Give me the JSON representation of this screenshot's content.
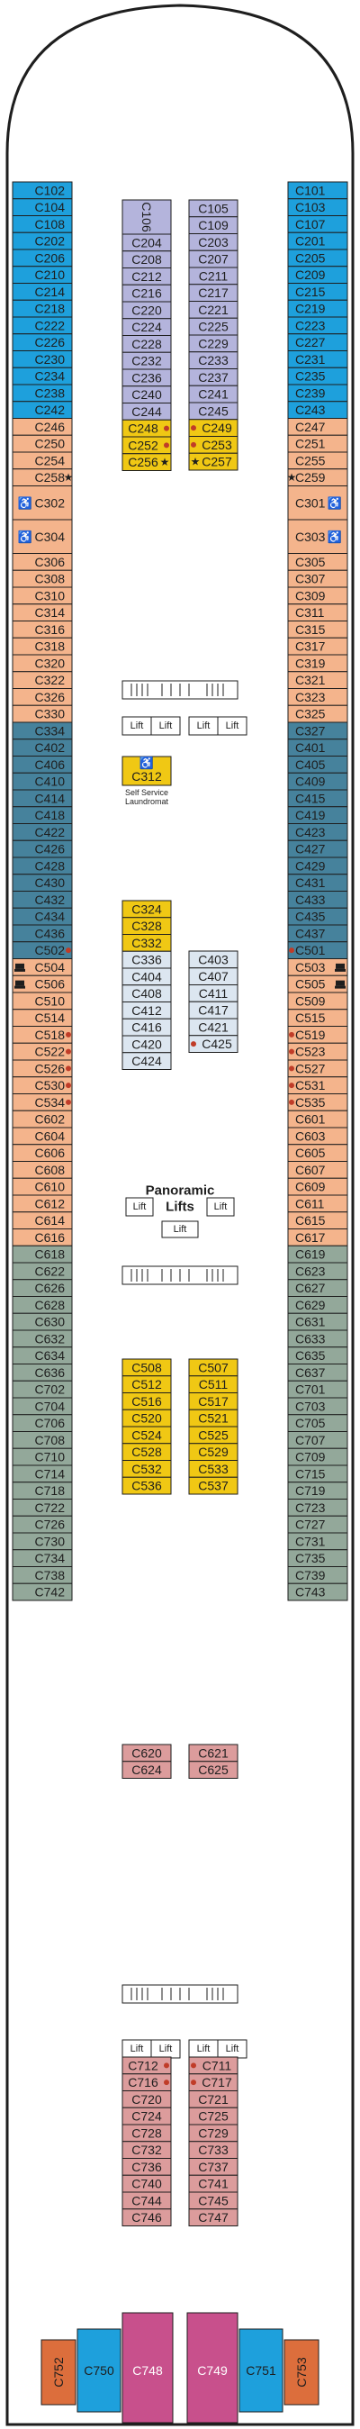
{
  "colors": {
    "blue": "#1ea0dc",
    "lavender": "#b4b4dc",
    "orange": "#f4b48c",
    "yellow": "#f0c814",
    "pale": "#dce6f0",
    "teal": "#46829c",
    "pink": "#dc9c9c",
    "sage": "#93a89a",
    "magenta": "#c8508c",
    "rust": "#dc6e3c",
    "corridor": "#ffffff",
    "outline": "#1e1e1e"
  },
  "lists": {
    "left_outer": [
      {
        "l": "C102",
        "c": "blue",
        "r": 1
      },
      {
        "l": "C104",
        "c": "blue",
        "r": 1
      },
      {
        "l": "C108",
        "c": "blue",
        "r": 1
      },
      {
        "l": "C202",
        "c": "blue",
        "r": 1
      },
      {
        "l": "C206",
        "c": "blue",
        "r": 1
      },
      {
        "l": "C210",
        "c": "blue",
        "r": 1
      },
      {
        "l": "C214",
        "c": "blue",
        "r": 1
      },
      {
        "l": "C218",
        "c": "blue",
        "r": 1
      },
      {
        "l": "C222",
        "c": "blue",
        "r": 1
      },
      {
        "l": "C226",
        "c": "blue",
        "r": 1
      },
      {
        "l": "C230",
        "c": "blue",
        "r": 1
      },
      {
        "l": "C234",
        "c": "blue",
        "r": 1
      },
      {
        "l": "C238",
        "c": "blue",
        "r": 1
      },
      {
        "l": "C242",
        "c": "blue",
        "r": 1
      },
      {
        "l": "C246",
        "c": "orange",
        "r": 1
      },
      {
        "l": "C250",
        "c": "orange",
        "r": 1
      },
      {
        "l": "C254",
        "c": "orange",
        "r": 1
      },
      {
        "l": "C258",
        "c": "orange",
        "r": 1,
        "m": "star"
      },
      {
        "l": "C302",
        "c": "orange",
        "r": 2,
        "m": "wheelchair"
      },
      {
        "l": "C304",
        "c": "orange",
        "r": 2,
        "m": "wheelchair"
      },
      {
        "l": "C306",
        "c": "orange",
        "r": 1
      },
      {
        "l": "C308",
        "c": "orange",
        "r": 1
      },
      {
        "l": "C310",
        "c": "orange",
        "r": 1
      },
      {
        "l": "C314",
        "c": "orange",
        "r": 1
      },
      {
        "l": "C316",
        "c": "orange",
        "r": 1
      },
      {
        "l": "C318",
        "c": "orange",
        "r": 1
      },
      {
        "l": "C320",
        "c": "orange",
        "r": 1
      },
      {
        "l": "C322",
        "c": "orange",
        "r": 1
      },
      {
        "l": "C326",
        "c": "orange",
        "r": 1
      },
      {
        "l": "C330",
        "c": "orange",
        "r": 1
      },
      {
        "l": "C334",
        "c": "teal",
        "r": 1
      },
      {
        "l": "C402",
        "c": "teal",
        "r": 1
      },
      {
        "l": "C406",
        "c": "teal",
        "r": 1
      },
      {
        "l": "C410",
        "c": "teal",
        "r": 1
      },
      {
        "l": "C414",
        "c": "teal",
        "r": 1
      },
      {
        "l": "C418",
        "c": "teal",
        "r": 1
      },
      {
        "l": "C422",
        "c": "teal",
        "r": 1
      },
      {
        "l": "C426",
        "c": "teal",
        "r": 1
      },
      {
        "l": "C428",
        "c": "teal",
        "r": 1
      },
      {
        "l": "C430",
        "c": "teal",
        "r": 1
      },
      {
        "l": "C432",
        "c": "teal",
        "r": 1
      },
      {
        "l": "C434",
        "c": "teal",
        "r": 1
      },
      {
        "l": "C436",
        "c": "teal",
        "r": 1
      },
      {
        "l": "C502",
        "c": "teal",
        "r": 1,
        "m": "dot"
      },
      {
        "l": "C504",
        "c": "orange",
        "r": 1,
        "m": "sofa"
      },
      {
        "l": "C506",
        "c": "orange",
        "r": 1,
        "m": "sofa"
      },
      {
        "l": "C510",
        "c": "orange",
        "r": 1
      },
      {
        "l": "C514",
        "c": "orange",
        "r": 1
      },
      {
        "l": "C518",
        "c": "orange",
        "r": 1,
        "m": "dot"
      },
      {
        "l": "C522",
        "c": "orange",
        "r": 1,
        "m": "dot"
      },
      {
        "l": "C526",
        "c": "orange",
        "r": 1,
        "m": "dot"
      },
      {
        "l": "C530",
        "c": "orange",
        "r": 1,
        "m": "dot"
      },
      {
        "l": "C534",
        "c": "orange",
        "r": 1,
        "m": "dot"
      },
      {
        "l": "C602",
        "c": "orange",
        "r": 1
      },
      {
        "l": "C604",
        "c": "orange",
        "r": 1
      },
      {
        "l": "C606",
        "c": "orange",
        "r": 1
      },
      {
        "l": "C608",
        "c": "orange",
        "r": 1
      },
      {
        "l": "C610",
        "c": "orange",
        "r": 1
      },
      {
        "l": "C612",
        "c": "orange",
        "r": 1
      },
      {
        "l": "C614",
        "c": "orange",
        "r": 1
      },
      {
        "l": "C616",
        "c": "orange",
        "r": 1
      },
      {
        "l": "C618",
        "c": "sage",
        "r": 1
      },
      {
        "l": "C622",
        "c": "sage",
        "r": 1
      },
      {
        "l": "C626",
        "c": "sage",
        "r": 1
      },
      {
        "l": "C628",
        "c": "sage",
        "r": 1
      },
      {
        "l": "C630",
        "c": "sage",
        "r": 1
      },
      {
        "l": "C632",
        "c": "sage",
        "r": 1
      },
      {
        "l": "C634",
        "c": "sage",
        "r": 1
      },
      {
        "l": "C636",
        "c": "sage",
        "r": 1
      },
      {
        "l": "C702",
        "c": "sage",
        "r": 1
      },
      {
        "l": "C704",
        "c": "sage",
        "r": 1
      },
      {
        "l": "C706",
        "c": "sage",
        "r": 1
      },
      {
        "l": "C708",
        "c": "sage",
        "r": 1
      },
      {
        "l": "C710",
        "c": "sage",
        "r": 1
      },
      {
        "l": "C714",
        "c": "sage",
        "r": 1
      },
      {
        "l": "C718",
        "c": "sage",
        "r": 1
      },
      {
        "l": "C722",
        "c": "sage",
        "r": 1
      },
      {
        "l": "C726",
        "c": "sage",
        "r": 1
      },
      {
        "l": "C730",
        "c": "sage",
        "r": 1
      },
      {
        "l": "C734",
        "c": "sage",
        "r": 1
      },
      {
        "l": "C738",
        "c": "sage",
        "r": 1
      },
      {
        "l": "C742",
        "c": "sage",
        "r": 1
      }
    ],
    "right_outer": [
      {
        "l": "C101",
        "c": "blue",
        "r": 1
      },
      {
        "l": "C103",
        "c": "blue",
        "r": 1
      },
      {
        "l": "C107",
        "c": "blue",
        "r": 1
      },
      {
        "l": "C201",
        "c": "blue",
        "r": 1
      },
      {
        "l": "C205",
        "c": "blue",
        "r": 1
      },
      {
        "l": "C209",
        "c": "blue",
        "r": 1
      },
      {
        "l": "C215",
        "c": "blue",
        "r": 1
      },
      {
        "l": "C219",
        "c": "blue",
        "r": 1
      },
      {
        "l": "C223",
        "c": "blue",
        "r": 1
      },
      {
        "l": "C227",
        "c": "blue",
        "r": 1
      },
      {
        "l": "C231",
        "c": "blue",
        "r": 1
      },
      {
        "l": "C235",
        "c": "blue",
        "r": 1
      },
      {
        "l": "C239",
        "c": "blue",
        "r": 1
      },
      {
        "l": "C243",
        "c": "blue",
        "r": 1
      },
      {
        "l": "C247",
        "c": "orange",
        "r": 1
      },
      {
        "l": "C251",
        "c": "orange",
        "r": 1
      },
      {
        "l": "C255",
        "c": "orange",
        "r": 1
      },
      {
        "l": "C259",
        "c": "orange",
        "r": 1,
        "m": "star"
      },
      {
        "l": "C301",
        "c": "orange",
        "r": 2,
        "m": "wheelchair"
      },
      {
        "l": "C303",
        "c": "orange",
        "r": 2,
        "m": "wheelchair"
      },
      {
        "l": "C305",
        "c": "orange",
        "r": 1
      },
      {
        "l": "C307",
        "c": "orange",
        "r": 1
      },
      {
        "l": "C309",
        "c": "orange",
        "r": 1
      },
      {
        "l": "C311",
        "c": "orange",
        "r": 1
      },
      {
        "l": "C315",
        "c": "orange",
        "r": 1
      },
      {
        "l": "C317",
        "c": "orange",
        "r": 1
      },
      {
        "l": "C319",
        "c": "orange",
        "r": 1
      },
      {
        "l": "C321",
        "c": "orange",
        "r": 1
      },
      {
        "l": "C323",
        "c": "orange",
        "r": 1
      },
      {
        "l": "C325",
        "c": "orange",
        "r": 1
      },
      {
        "l": "C327",
        "c": "teal",
        "r": 1
      },
      {
        "l": "C401",
        "c": "teal",
        "r": 1
      },
      {
        "l": "C405",
        "c": "teal",
        "r": 1
      },
      {
        "l": "C409",
        "c": "teal",
        "r": 1
      },
      {
        "l": "C415",
        "c": "teal",
        "r": 1
      },
      {
        "l": "C419",
        "c": "teal",
        "r": 1
      },
      {
        "l": "C423",
        "c": "teal",
        "r": 1
      },
      {
        "l": "C427",
        "c": "teal",
        "r": 1
      },
      {
        "l": "C429",
        "c": "teal",
        "r": 1
      },
      {
        "l": "C431",
        "c": "teal",
        "r": 1
      },
      {
        "l": "C433",
        "c": "teal",
        "r": 1
      },
      {
        "l": "C435",
        "c": "teal",
        "r": 1
      },
      {
        "l": "C437",
        "c": "teal",
        "r": 1
      },
      {
        "l": "C501",
        "c": "teal",
        "r": 1,
        "m": "dot"
      },
      {
        "l": "C503",
        "c": "orange",
        "r": 1,
        "m": "sofa"
      },
      {
        "l": "C505",
        "c": "orange",
        "r": 1,
        "m": "sofa"
      },
      {
        "l": "C509",
        "c": "orange",
        "r": 1
      },
      {
        "l": "C515",
        "c": "orange",
        "r": 1
      },
      {
        "l": "C519",
        "c": "orange",
        "r": 1,
        "m": "dot"
      },
      {
        "l": "C523",
        "c": "orange",
        "r": 1,
        "m": "dot"
      },
      {
        "l": "C527",
        "c": "orange",
        "r": 1,
        "m": "dot"
      },
      {
        "l": "C531",
        "c": "orange",
        "r": 1,
        "m": "dot"
      },
      {
        "l": "C535",
        "c": "orange",
        "r": 1,
        "m": "dot"
      },
      {
        "l": "C601",
        "c": "orange",
        "r": 1
      },
      {
        "l": "C603",
        "c": "orange",
        "r": 1
      },
      {
        "l": "C605",
        "c": "orange",
        "r": 1
      },
      {
        "l": "C607",
        "c": "orange",
        "r": 1
      },
      {
        "l": "C609",
        "c": "orange",
        "r": 1
      },
      {
        "l": "C611",
        "c": "orange",
        "r": 1
      },
      {
        "l": "C615",
        "c": "orange",
        "r": 1
      },
      {
        "l": "C617",
        "c": "orange",
        "r": 1
      },
      {
        "l": "C619",
        "c": "sage",
        "r": 1
      },
      {
        "l": "C623",
        "c": "sage",
        "r": 1
      },
      {
        "l": "C627",
        "c": "sage",
        "r": 1
      },
      {
        "l": "C629",
        "c": "sage",
        "r": 1
      },
      {
        "l": "C631",
        "c": "sage",
        "r": 1
      },
      {
        "l": "C633",
        "c": "sage",
        "r": 1
      },
      {
        "l": "C635",
        "c": "sage",
        "r": 1
      },
      {
        "l": "C637",
        "c": "sage",
        "r": 1
      },
      {
        "l": "C701",
        "c": "sage",
        "r": 1
      },
      {
        "l": "C703",
        "c": "sage",
        "r": 1
      },
      {
        "l": "C705",
        "c": "sage",
        "r": 1
      },
      {
        "l": "C707",
        "c": "sage",
        "r": 1
      },
      {
        "l": "C709",
        "c": "sage",
        "r": 1
      },
      {
        "l": "C715",
        "c": "sage",
        "r": 1
      },
      {
        "l": "C719",
        "c": "sage",
        "r": 1
      },
      {
        "l": "C723",
        "c": "sage",
        "r": 1
      },
      {
        "l": "C727",
        "c": "sage",
        "r": 1
      },
      {
        "l": "C731",
        "c": "sage",
        "r": 1
      },
      {
        "l": "C735",
        "c": "sage",
        "r": 1
      },
      {
        "l": "C739",
        "c": "sage",
        "r": 1
      },
      {
        "l": "C743",
        "c": "sage",
        "r": 1
      }
    ],
    "inner_left_1": [
      {
        "l": "C204",
        "c": "lavender"
      },
      {
        "l": "C208",
        "c": "lavender"
      },
      {
        "l": "C212",
        "c": "lavender"
      },
      {
        "l": "C216",
        "c": "lavender"
      },
      {
        "l": "C220",
        "c": "lavender"
      },
      {
        "l": "C224",
        "c": "lavender"
      },
      {
        "l": "C228",
        "c": "lavender"
      },
      {
        "l": "C232",
        "c": "lavender"
      },
      {
        "l": "C236",
        "c": "lavender"
      },
      {
        "l": "C240",
        "c": "lavender"
      },
      {
        "l": "C244",
        "c": "lavender"
      },
      {
        "l": "C248",
        "c": "yellow",
        "m": "dot"
      },
      {
        "l": "C252",
        "c": "yellow",
        "m": "dot"
      },
      {
        "l": "C256",
        "c": "yellow",
        "m": "star"
      }
    ],
    "inner_right_1": [
      {
        "l": "C105",
        "c": "lavender"
      },
      {
        "l": "C109",
        "c": "lavender"
      },
      {
        "l": "C203",
        "c": "lavender"
      },
      {
        "l": "C207",
        "c": "lavender"
      },
      {
        "l": "C211",
        "c": "lavender"
      },
      {
        "l": "C217",
        "c": "lavender"
      },
      {
        "l": "C221",
        "c": "lavender"
      },
      {
        "l": "C225",
        "c": "lavender"
      },
      {
        "l": "C229",
        "c": "lavender"
      },
      {
        "l": "C233",
        "c": "lavender"
      },
      {
        "l": "C237",
        "c": "lavender"
      },
      {
        "l": "C241",
        "c": "lavender"
      },
      {
        "l": "C245",
        "c": "lavender"
      },
      {
        "l": "C249",
        "c": "yellow",
        "m": "dotl"
      },
      {
        "l": "C253",
        "c": "yellow",
        "m": "dotl"
      },
      {
        "l": "C257",
        "c": "yellow",
        "m": "starl"
      }
    ],
    "inner_left_2": [
      {
        "l": "C324",
        "c": "yellow"
      },
      {
        "l": "C328",
        "c": "yellow"
      },
      {
        "l": "C332",
        "c": "yellow"
      },
      {
        "l": "C336",
        "c": "pale"
      },
      {
        "l": "C404",
        "c": "pale"
      },
      {
        "l": "C408",
        "c": "pale"
      },
      {
        "l": "C412",
        "c": "pale"
      },
      {
        "l": "C416",
        "c": "pale"
      },
      {
        "l": "C420",
        "c": "pale"
      },
      {
        "l": "C424",
        "c": "pale"
      }
    ],
    "inner_right_2": [
      {
        "l": "C403",
        "c": "pale"
      },
      {
        "l": "C407",
        "c": "pale"
      },
      {
        "l": "C411",
        "c": "pale"
      },
      {
        "l": "C417",
        "c": "pale"
      },
      {
        "l": "C421",
        "c": "pale"
      },
      {
        "l": "C425",
        "c": "pale",
        "m": "dotl"
      }
    ],
    "inner_left_3": [
      {
        "l": "C508",
        "c": "yellow"
      },
      {
        "l": "C512",
        "c": "yellow"
      },
      {
        "l": "C516",
        "c": "yellow"
      },
      {
        "l": "C520",
        "c": "yellow"
      },
      {
        "l": "C524",
        "c": "yellow"
      },
      {
        "l": "C528",
        "c": "yellow"
      },
      {
        "l": "C532",
        "c": "yellow"
      },
      {
        "l": "C536",
        "c": "yellow"
      }
    ],
    "inner_right_3": [
      {
        "l": "C507",
        "c": "yellow"
      },
      {
        "l": "C511",
        "c": "yellow"
      },
      {
        "l": "C517",
        "c": "yellow"
      },
      {
        "l": "C521",
        "c": "yellow"
      },
      {
        "l": "C525",
        "c": "yellow"
      },
      {
        "l": "C529",
        "c": "yellow"
      },
      {
        "l": "C533",
        "c": "yellow"
      },
      {
        "l": "C537",
        "c": "yellow"
      }
    ],
    "inner_left_4": [
      {
        "l": "C620",
        "c": "pink"
      },
      {
        "l": "C624",
        "c": "pink"
      }
    ],
    "inner_right_4": [
      {
        "l": "C621",
        "c": "pink"
      },
      {
        "l": "C625",
        "c": "pink"
      }
    ],
    "inner_left_5": [
      {
        "l": "C712",
        "c": "pink",
        "m": "dot"
      },
      {
        "l": "C716",
        "c": "pink",
        "m": "dot"
      },
      {
        "l": "C720",
        "c": "pink"
      },
      {
        "l": "C724",
        "c": "pink"
      },
      {
        "l": "C728",
        "c": "pink"
      },
      {
        "l": "C732",
        "c": "pink"
      },
      {
        "l": "C736",
        "c": "pink"
      },
      {
        "l": "C740",
        "c": "pink"
      },
      {
        "l": "C744",
        "c": "pink"
      },
      {
        "l": "C746",
        "c": "pink"
      }
    ],
    "inner_right_5": [
      {
        "l": "C711",
        "c": "pink",
        "m": "dotl"
      },
      {
        "l": "C717",
        "c": "pink",
        "m": "dotl"
      },
      {
        "l": "C721",
        "c": "pink"
      },
      {
        "l": "C725",
        "c": "pink"
      },
      {
        "l": "C729",
        "c": "pink"
      },
      {
        "l": "C733",
        "c": "pink"
      },
      {
        "l": "C737",
        "c": "pink"
      },
      {
        "l": "C741",
        "c": "pink"
      },
      {
        "l": "C745",
        "c": "pink"
      },
      {
        "l": "C747",
        "c": "pink"
      }
    ]
  },
  "specials": {
    "c106": "C106",
    "c312": "C312",
    "laundromat_line1": "Self Service",
    "laundromat_line2": "Laundromat",
    "panoramic_line1": "Panoramic",
    "panoramic_line2": "Lifts",
    "lift": "Lift",
    "c748": "C748",
    "c749": "C749",
    "c750": "C750",
    "c751": "C751",
    "c752": "C752",
    "c753": "C753"
  }
}
